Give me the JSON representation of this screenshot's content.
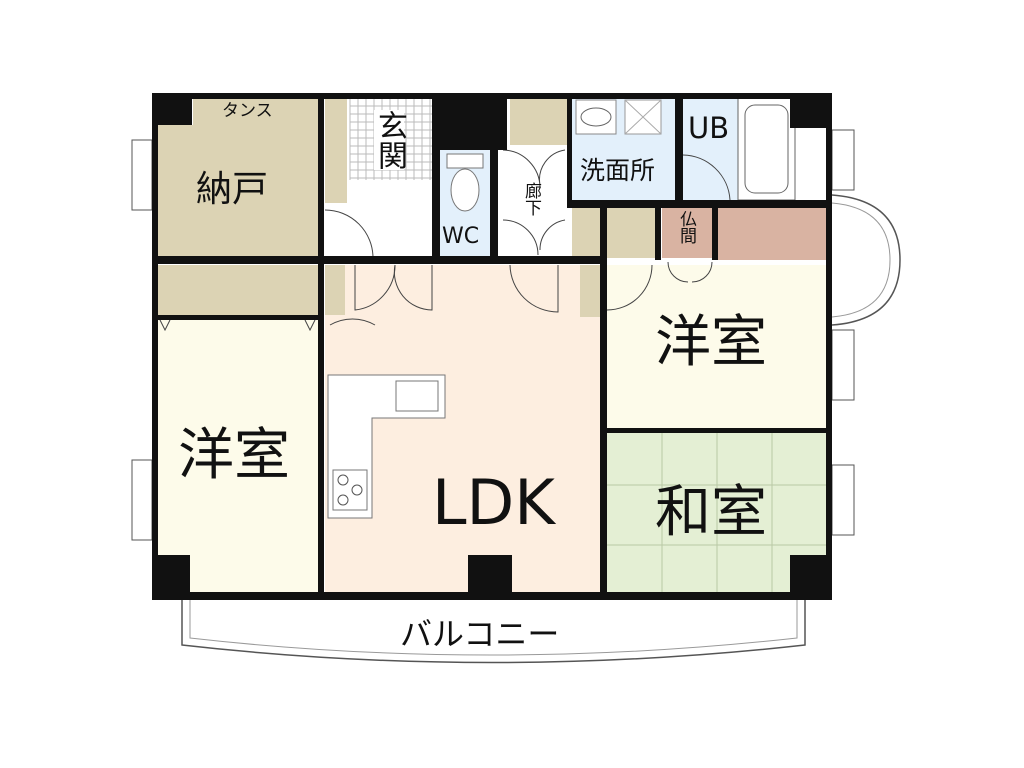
{
  "colors": {
    "wall": "#111111",
    "storage": "#dcd3b4",
    "ldk": "#fdeee0",
    "western_room": "#fdfbea",
    "japanese_room": "#e4efd4",
    "wet_area": "#e3f0fb",
    "butsuma": "#d9b3a2"
  },
  "rooms": {
    "tansu": "タンス",
    "nando": "納戸",
    "genkan": "玄関",
    "wc": "WC",
    "rouka": "廊下",
    "senmenjo": "洗面所",
    "ub": "UB",
    "butsuma": "仏間",
    "youshitsu_right": "洋室",
    "youshitsu_left": "洋室",
    "ldk": "LDK",
    "washitsu": "和室",
    "balcony": "バルコニー"
  }
}
